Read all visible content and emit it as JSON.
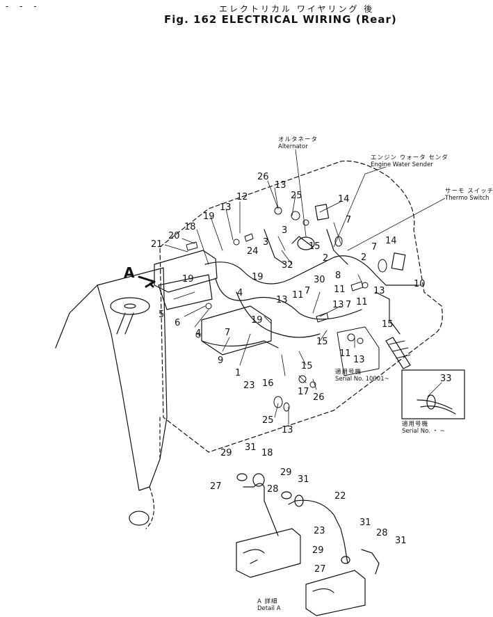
{
  "header": {
    "dashes": "- - -",
    "title_jp": "エレクトリカル ワイヤリング 後",
    "title_en": "Fig. 162  ELECTRICAL WIRING  (Rear)"
  },
  "labels": {
    "alternator_jp": "オルタネータ",
    "alternator_en": "Alternator",
    "ews_jp": "エンジン ウォータ センダ",
    "ews_en": "Engine Water Sender",
    "thermo_jp": "サーモ スイッチ",
    "thermo_en": "Thermo Switch",
    "serial1_jp": "適用号機",
    "serial1_en": "Serial No. 10001~",
    "serial2_jp": "適用号機",
    "serial2_en": "Serial No.  ・ ~",
    "detail_jp": "A 詳細",
    "detail_en": "Detail A",
    "view_a": "A"
  },
  "callouts": [
    "26",
    "13",
    "25",
    "12",
    "13",
    "14",
    "7",
    "18",
    "19",
    "3",
    "20",
    "21",
    "24",
    "3",
    "15",
    "2",
    "32",
    "2",
    "7",
    "14",
    "19",
    "30",
    "8",
    "10",
    "4",
    "7",
    "13",
    "19",
    "11",
    "11",
    "13",
    "13",
    "7",
    "11",
    "5",
    "6",
    "15",
    "4",
    "19",
    "7",
    "15",
    "11",
    "13",
    "9",
    "1",
    "23",
    "16",
    "15",
    "17",
    "26",
    "25",
    "13",
    "33",
    "29",
    "31",
    "18",
    "29",
    "31",
    "27",
    "28",
    "22",
    "31",
    "23",
    "28",
    "31",
    "29",
    "27"
  ],
  "colors": {
    "ink": "#111111",
    "paper": "#ffffff"
  }
}
